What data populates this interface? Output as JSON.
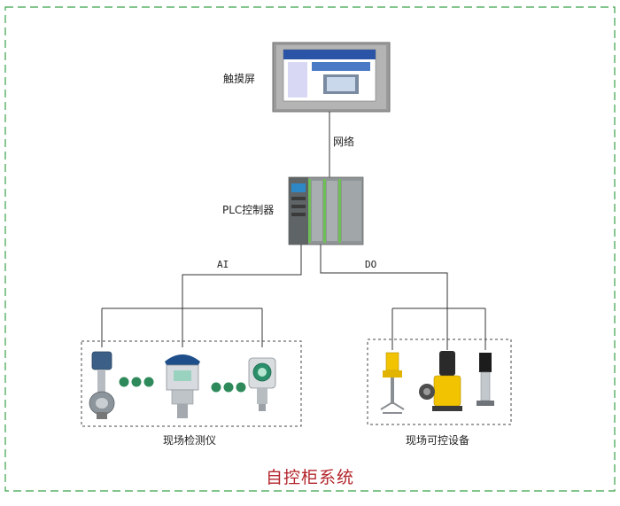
{
  "diagram": {
    "title": "自控柜系统",
    "nodes": {
      "touchscreen": {
        "label": "触摸屏"
      },
      "plc": {
        "label": "PLC控制器"
      },
      "field_instruments": {
        "label": "现场检测仪"
      },
      "field_devices": {
        "label": "现场可控设备"
      }
    },
    "edges": {
      "network": {
        "label": "网络"
      },
      "analog_input": {
        "label": "AI"
      },
      "digital_output": {
        "label": "DO"
      }
    },
    "colors": {
      "outer_border": "#3aa24a",
      "title": "#b3272d",
      "line": "#333333",
      "ellipsis_dots": "#2e8a5a",
      "pump_yellow": "#f2c300"
    }
  }
}
